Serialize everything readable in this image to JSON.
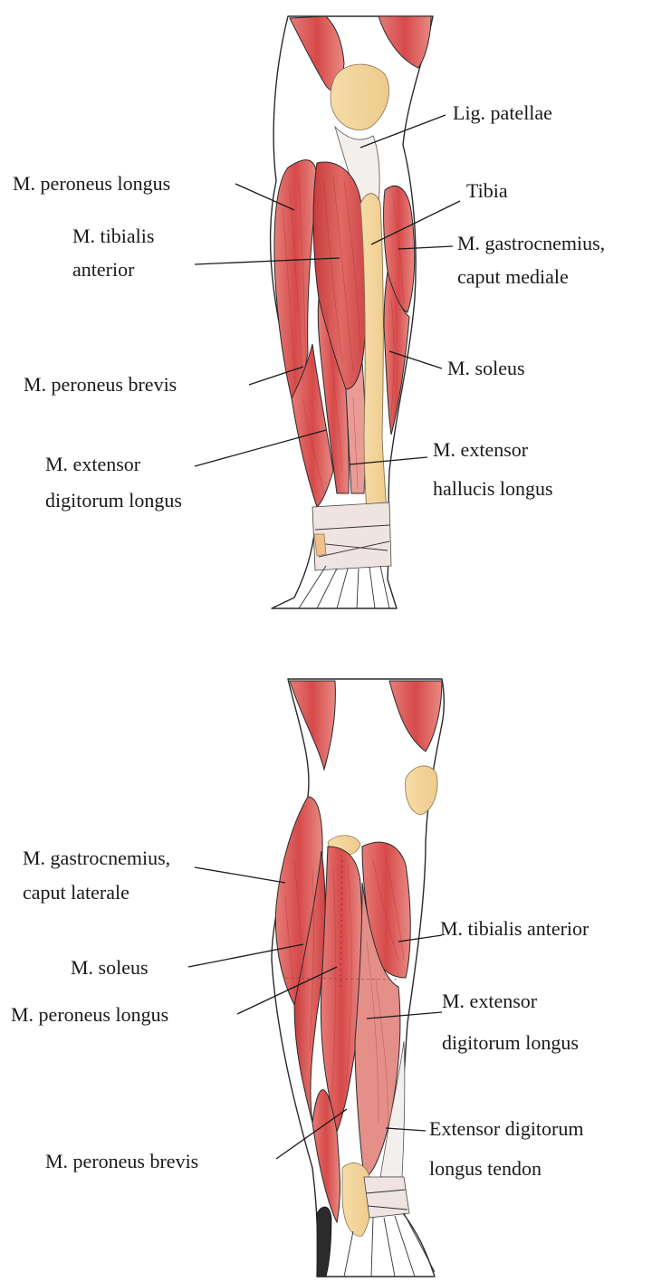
{
  "top_view": {
    "labels": {
      "lig_patellae": "Lig. patellae",
      "tibia": "Tibia",
      "peroneus_longus": "M. peroneus longus",
      "tibialis_anterior_1": "M. tibialis",
      "tibialis_anterior_2": "anterior",
      "gastrocnemius_medial_1": "M. gastrocnemius,",
      "gastrocnemius_medial_2": "caput mediale",
      "soleus": "M. soleus",
      "peroneus_brevis": "M. peroneus brevis",
      "extensor_digitorum_1": "M. extensor",
      "extensor_digitorum_2": "digitorum longus",
      "extensor_hallucis_1": "M. extensor",
      "extensor_hallucis_2": "hallucis longus"
    }
  },
  "bottom_view": {
    "labels": {
      "gastrocnemius_lateral_1": "M. gastrocnemius,",
      "gastrocnemius_lateral_2": "caput laterale",
      "tibialis_anterior": "M. tibialis anterior",
      "soleus": "M. soleus",
      "peroneus_longus": "M. peroneus longus",
      "extensor_digitorum_1": "M. extensor",
      "extensor_digitorum_2": "digitorum longus",
      "peroneus_brevis": "M. peroneus brevis",
      "ext_tendon_1": "Extensor digitorum",
      "ext_tendon_2": "longus tendon"
    }
  },
  "colors": {
    "muscle": "#d9504f",
    "muscle_light": "#e98a86",
    "bone": "#f2d39a",
    "tendon": "#f1eeec",
    "outline": "#2a2a2a"
  }
}
